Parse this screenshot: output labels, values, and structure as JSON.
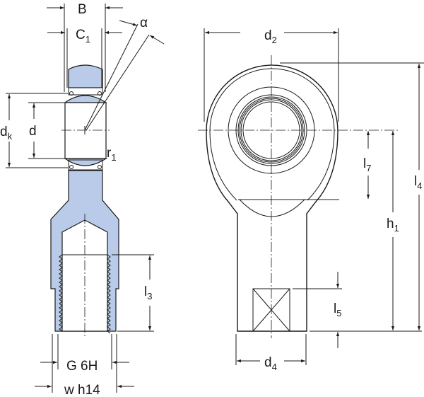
{
  "drawing": {
    "title": "Rod end with female thread - dimension drawing",
    "colors": {
      "line": "#1a1a1a",
      "fill_section": "#b9cbe8",
      "background": "#ffffff"
    },
    "labels": {
      "B": {
        "main": "B",
        "sub": ""
      },
      "C1": {
        "main": "C",
        "sub": "1"
      },
      "alpha": {
        "main": "α",
        "sub": ""
      },
      "dk": {
        "main": "d",
        "sub": "k"
      },
      "d": {
        "main": "d",
        "sub": ""
      },
      "r1": {
        "main": "r",
        "sub": "1"
      },
      "l3": {
        "main": "l",
        "sub": "3"
      },
      "G6H": {
        "main": "G 6H",
        "sub": ""
      },
      "wh14": {
        "main": "w h14",
        "sub": ""
      },
      "d2": {
        "main": "d",
        "sub": "2"
      },
      "l4": {
        "main": "l",
        "sub": "4"
      },
      "l7": {
        "main": "l",
        "sub": "7"
      },
      "h1": {
        "main": "h",
        "sub": "1"
      },
      "l5": {
        "main": "l",
        "sub": "5"
      },
      "d4": {
        "main": "d",
        "sub": "4"
      }
    }
  }
}
